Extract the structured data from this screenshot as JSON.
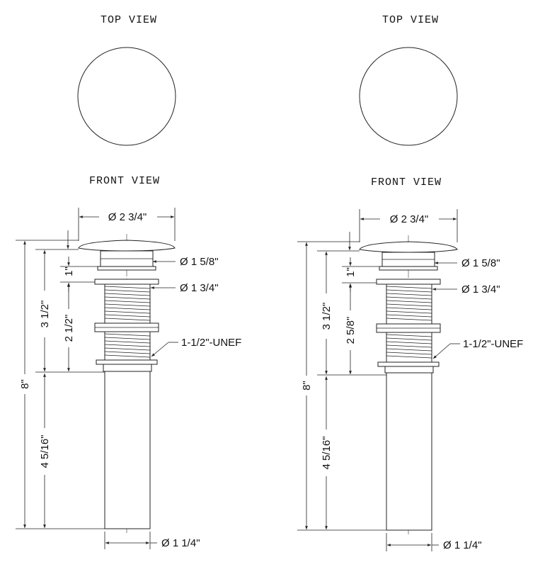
{
  "views": [
    {
      "top_view_label": "TOP VIEW",
      "front_view_label": "FRONT VIEW",
      "dim_cap_diameter": "Ø 2 3/4\"",
      "dim_collar_diameter": "Ø 1 5/8\"",
      "dim_thread_diameter": "Ø 1 3/4\"",
      "dim_thread_spec": "1-1/2\"-UNEF",
      "dim_tail_diameter": "Ø 1 1/4\"",
      "dim_total_height": "8\"",
      "dim_upper_height": "3 1/2\"",
      "dim_collar_height": "1\"",
      "dim_thread_length": "2 1/2\"",
      "dim_tail_length": "4 5/16\""
    },
    {
      "top_view_label": "TOP VIEW",
      "front_view_label": "FRONT VIEW",
      "dim_cap_diameter": "Ø 2 3/4\"",
      "dim_collar_diameter": "Ø 1 5/8\"",
      "dim_thread_diameter": "Ø 1 3/4\"",
      "dim_thread_spec": "1-1/2\"-UNEF",
      "dim_tail_diameter": "Ø 1 1/4\"",
      "dim_total_height": "8\"",
      "dim_upper_height": "3 1/2\"",
      "dim_collar_height": "1\"",
      "dim_thread_length": "2 5/8\"",
      "dim_tail_length": "4 5/16\""
    }
  ]
}
